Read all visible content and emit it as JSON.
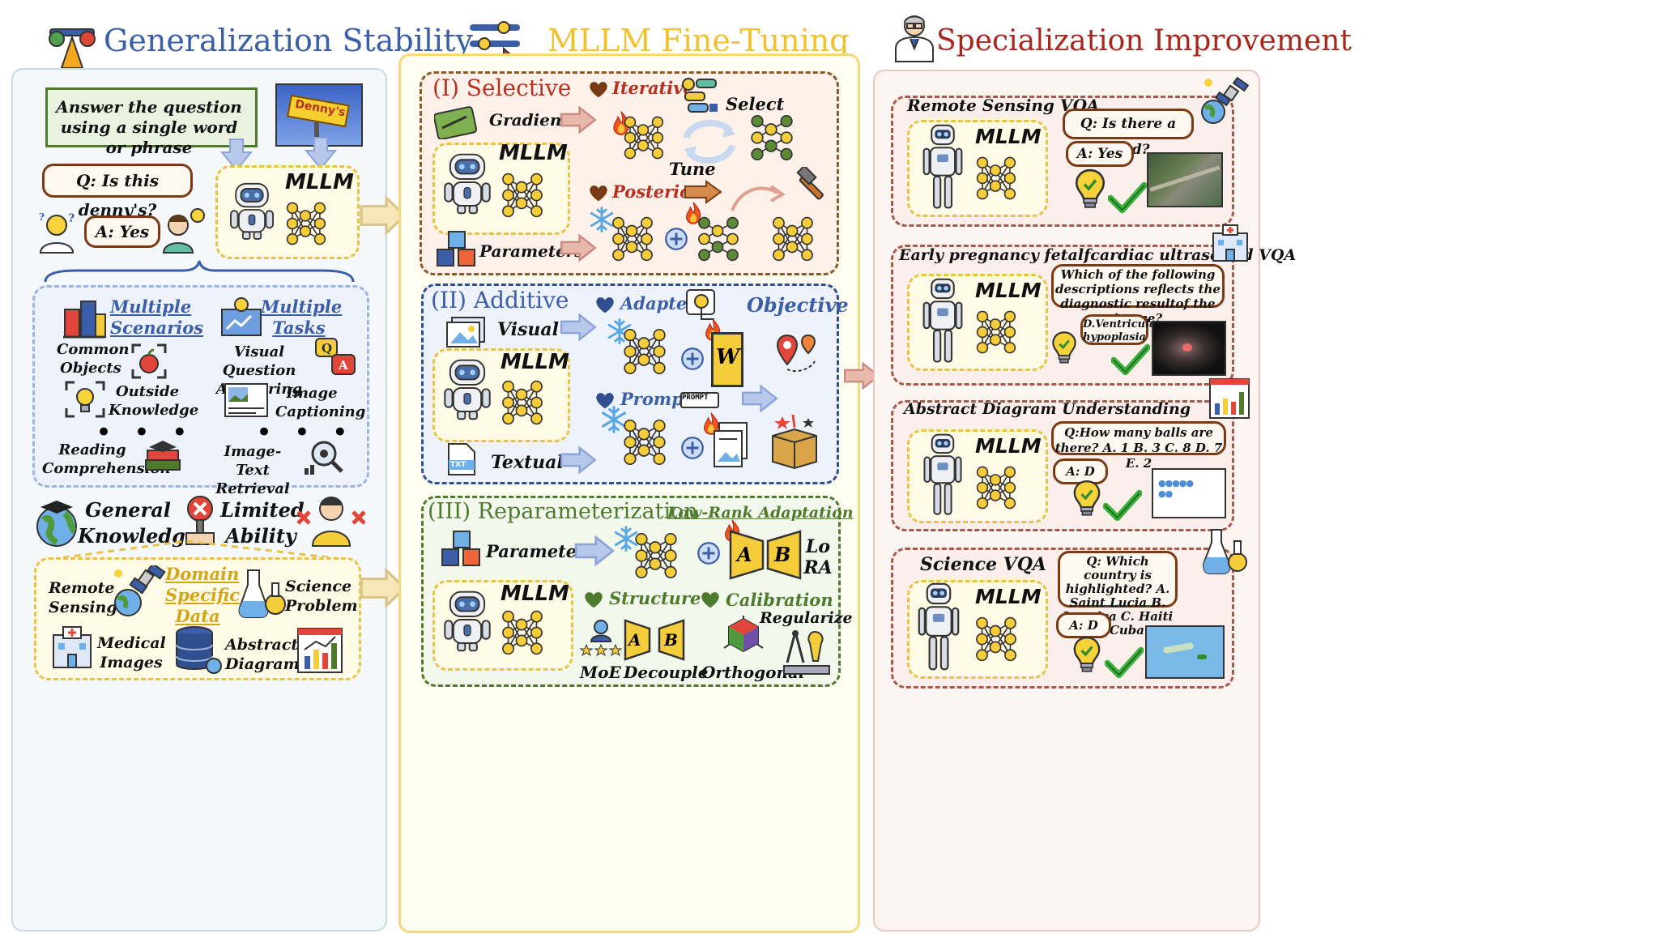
{
  "headers": {
    "left": "Generalization Stability",
    "center": "MLLM Fine-Tuning",
    "right": "Specialization Improvement"
  },
  "colors": {
    "left_title": "#3a5ea8",
    "center_title": "#f2c12e",
    "right_title": "#a8281e",
    "selective": "#b8311e",
    "additive": "#3a5ea8",
    "reparam": "#4f7a2c"
  },
  "left": {
    "instruction": "Answer the question using a single word or phrase",
    "question": "Q: Is this denny's?",
    "answer": "A: Yes",
    "mllm": "MLLM",
    "multiple_scenarios": "Multiple Scenarios",
    "multiple_tasks": "Multiple Tasks",
    "common_objects": "Common Objects",
    "outside_knowledge": "Outside Knowledge",
    "reading": "Reading Comprehension",
    "vqa": "Visual Question Answering",
    "captioning": "Image Captioning",
    "retrieval": "Image-Text Retrieval",
    "general_knowledge": "General Knowledge",
    "limited_ability": "Limited Ability",
    "remote_sensing": "Remote Sensing",
    "domain_specific": "Domain Specific Data",
    "science_problem": "Science Problem",
    "medical_images": "Medical Images",
    "abstract_diagram": "Abstract Diagram",
    "sign_text": "Denny's"
  },
  "center": {
    "selective_title": "(I) Selective",
    "gradient": "Gradient",
    "parameters": "Parameters",
    "iterative": "Iterative",
    "select": "Select",
    "tune": "Tune",
    "posterior": "Posterior",
    "additive_title": "(II) Additive",
    "visual": "Visual",
    "textual": "Textual",
    "adapter": "Adapter",
    "objective": "Objective",
    "prompt": "Prompt",
    "prompt_tag": "PROMPT",
    "txt_tag": "TXT",
    "w": "W",
    "reparam_title": "(III) Reparameterization",
    "lora_title": "Low-Rank Adaptation",
    "lora": "Lo RA",
    "a": "A",
    "b": "B",
    "structure": "Structure",
    "calibration": "Calibration",
    "regularize": "Regularize",
    "moe": "MoE",
    "decouple": "Decouple",
    "orthogonal": "Orthogonal",
    "mllm": "MLLM"
  },
  "right": {
    "rs_title": "Remote Sensing VQA",
    "rs_q": "Q: Is there a road?",
    "rs_a": "A: Yes",
    "fetal_title": "Early pregnancy fetalfcardiac ultrasound VQA",
    "fetal_q": "Which of the following descriptions reflects the diagnostic resultof the image?",
    "fetal_a": "D.Ventricular hypoplasia",
    "abs_title": "Abstract Diagram Understanding",
    "abs_q": "Q:How many balls are there? A. 1 B. 3 C. 8 D. 7 E. 2",
    "abs_a": "A: D",
    "sci_title": "Science VQA",
    "sci_q": "Q: Which country is highlighted? A. Saint Lucia B. Jamaica C. Haiti D. Cuba",
    "sci_a": "A: D",
    "mllm": "MLLM"
  }
}
